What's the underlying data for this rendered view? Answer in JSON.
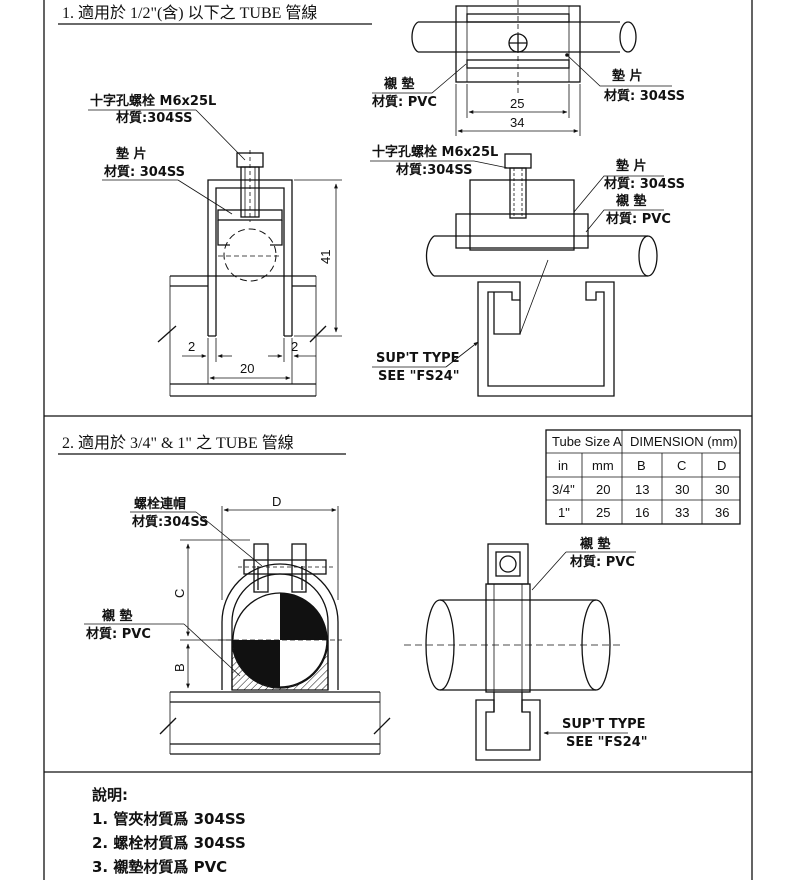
{
  "section1": {
    "title": "1. 適用於 1/2\"(含) 以下之 TUBE 管線",
    "left": {
      "bolt_label": "十字孔螺栓 M6x25L",
      "bolt_material": "材質:304SS",
      "washer_label": "墊  片",
      "washer_material": "材質: 304SS",
      "dim_height": "41",
      "dim_left": "2",
      "dim_right": "2",
      "dim_width": "20"
    },
    "top_right": {
      "liner_label": "襯  墊",
      "liner_material": "材質: PVC",
      "washer_label": "墊  片",
      "washer_material": "材質: 304SS",
      "dim_inner": "25",
      "dim_outer": "34"
    },
    "bottom_right": {
      "bolt_label": "十字孔螺栓 M6x25L",
      "bolt_material": "材質:304SS",
      "washer_label": "墊  片",
      "washer_material": "材質: 304SS",
      "liner_label": "襯  墊",
      "liner_material": "材質: PVC",
      "support_type": "SUP'T TYPE",
      "support_see": "SEE \"FS24\""
    }
  },
  "section2": {
    "title": "2. 適用於 3/4\" & 1\" 之 TUBE 管線",
    "table": {
      "head1": [
        "Tube Size A",
        "DIMENSION (mm)"
      ],
      "head2": [
        "in",
        "mm",
        "B",
        "C",
        "D"
      ],
      "rows": [
        [
          "3/4\"",
          "20",
          "13",
          "30",
          "30"
        ],
        [
          "1\"",
          "25",
          "16",
          "33",
          "36"
        ]
      ]
    },
    "left": {
      "bolt_label": "螺栓連帽",
      "bolt_material": "材質:304SS",
      "liner_label": "襯  墊",
      "liner_material": "材質: PVC",
      "dim_d": "D",
      "dim_c": "C",
      "dim_b": "B"
    },
    "right": {
      "liner_label": "襯  墊",
      "liner_material": "材質: PVC",
      "support_type": "SUP'T TYPE",
      "support_see": "SEE \"FS24\""
    }
  },
  "notes": {
    "heading": "說明:",
    "items": [
      "1. 管夾材質爲 304SS",
      "2. 螺栓材質爲 304SS",
      "3. 襯墊材質爲 PVC"
    ]
  }
}
